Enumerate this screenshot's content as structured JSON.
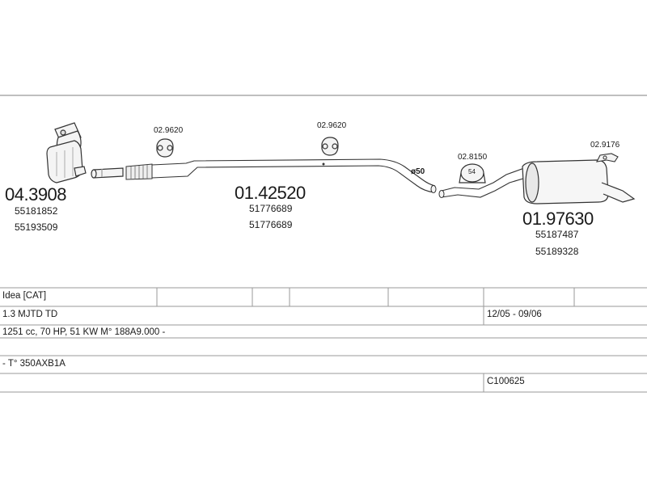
{
  "parts": {
    "catalyst": {
      "code": "04.3908",
      "refs": [
        "55181852",
        "55193509"
      ]
    },
    "hanger_front": {
      "code": "02.9620"
    },
    "hanger_mid": {
      "code": "02.9620"
    },
    "middle_pipe": {
      "code": "01.42520",
      "refs": [
        "51776689",
        "51776689"
      ]
    },
    "diameter_label": "ø50",
    "clamp": {
      "code": "02.8150",
      "size": "54"
    },
    "rear_hanger": {
      "code": "02.9176"
    },
    "rear_silencer": {
      "code": "01.97630",
      "refs": [
        "55187487",
        "55189328"
      ]
    }
  },
  "table": {
    "model": "Idea  [CAT]",
    "engine": "1.3 MJTD TD",
    "years": "12/05 - 09/06",
    "specs": "1251 cc, 70 HP, 51 KW  M° 188A9.000 -",
    "type": "- T° 350AXB1A",
    "code": "C100625"
  },
  "colors": {
    "line": "#555555",
    "grid": "#9a9a9a"
  }
}
